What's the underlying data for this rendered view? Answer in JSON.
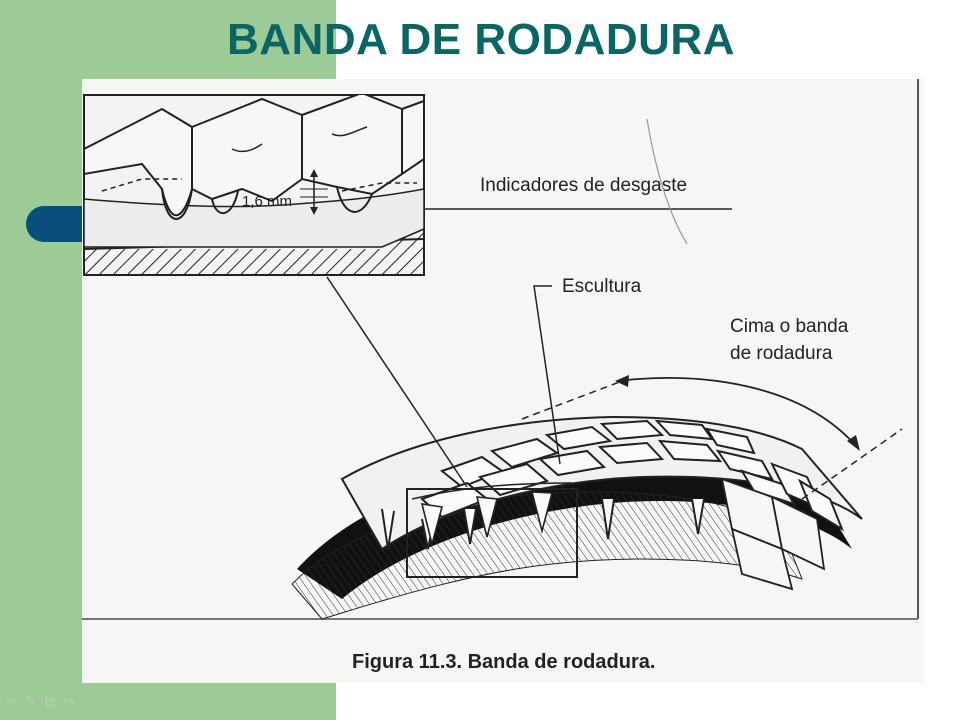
{
  "slide": {
    "title": "BANDA DE RODADURA",
    "accent_color": "#0a6564",
    "band_color": "#9dcb98",
    "tab_color": "#0a4f7c"
  },
  "figure": {
    "label_wear": "Indicadores de desgaste",
    "label_measure": "1,6 mm",
    "label_tread": "Escultura",
    "label_crown_1": "Cima o banda",
    "label_crown_2": "de rodadura",
    "caption": "Figura 11.3. Banda de rodadura."
  },
  "nav": {
    "icons": [
      "arrow-left-icon",
      "pencil-icon",
      "menu-icon",
      "arrow-right-icon"
    ],
    "glyph_prev": "⇦",
    "glyph_pen": "✎",
    "glyph_menu": "▤",
    "glyph_next": "⇨"
  }
}
